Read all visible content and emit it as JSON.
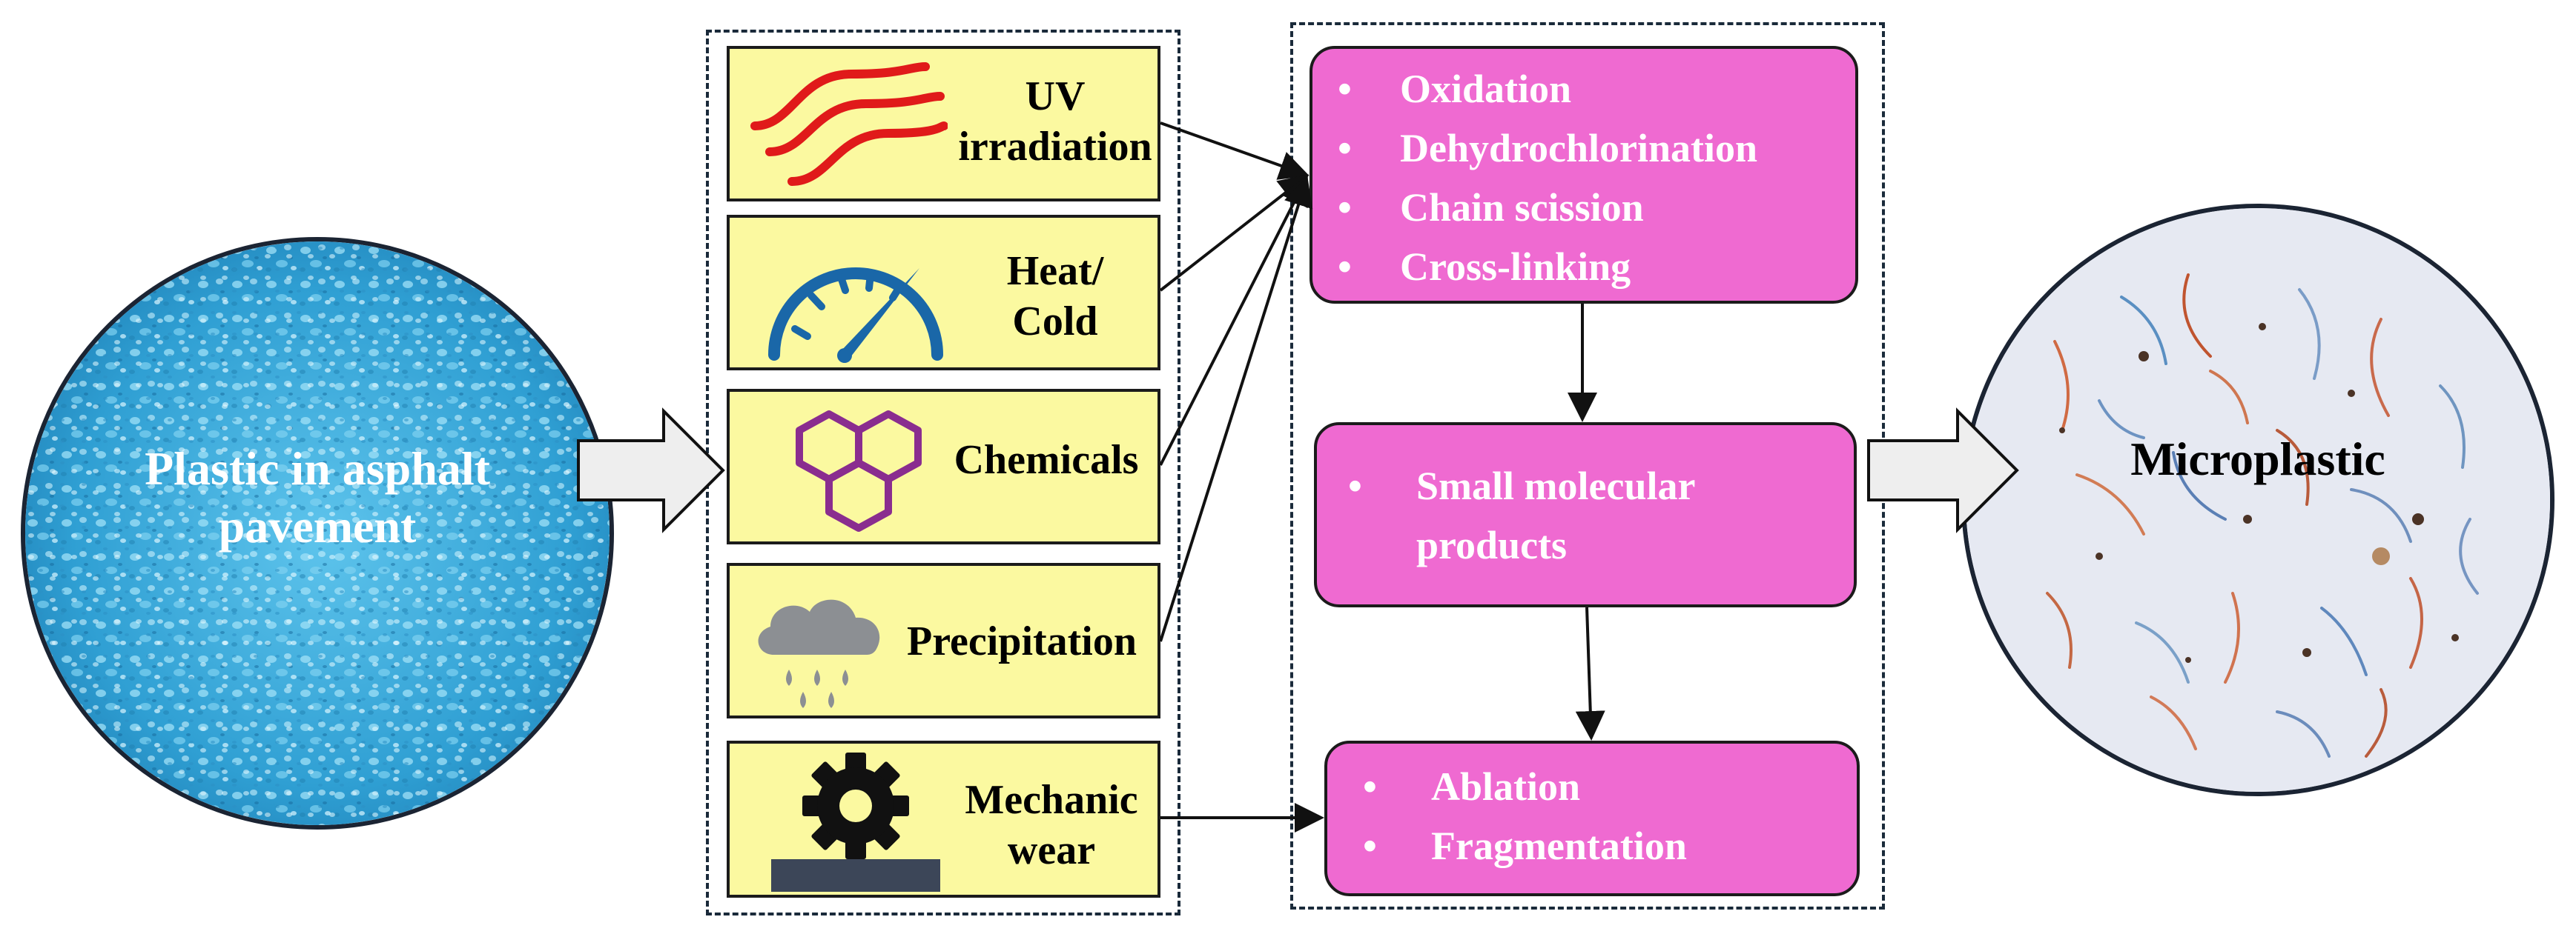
{
  "source": {
    "label_line1": "Plastic in asphalt",
    "label_line2": "pavement"
  },
  "factors": [
    {
      "line1": "UV",
      "line2": "irradiation",
      "icon": "uv-waves-icon"
    },
    {
      "line1": "Heat/",
      "line2": "Cold",
      "icon": "gauge-icon"
    },
    {
      "line1": "Chemicals",
      "line2": "",
      "icon": "hexagon-molecule-icon"
    },
    {
      "line1": "Precipitation",
      "line2": "",
      "icon": "rain-cloud-icon"
    },
    {
      "line1": "Mechanic",
      "line2": "wear",
      "icon": "gear-icon"
    }
  ],
  "processes": {
    "degradation": [
      "Oxidation",
      "Dehydrochlorination",
      "Chain scission",
      "Cross-linking"
    ],
    "products": [
      "Small molecular products"
    ],
    "breakdown": [
      "Ablation",
      "Fragmentation"
    ]
  },
  "bullet": "•",
  "result": {
    "label": "Microplastic"
  },
  "colors": {
    "factor_fill": "#fbf9a0",
    "process_fill": "#ef6ad1",
    "arrow_fill": "#eeeeee",
    "plastic_blue": "#3aa9d6"
  }
}
